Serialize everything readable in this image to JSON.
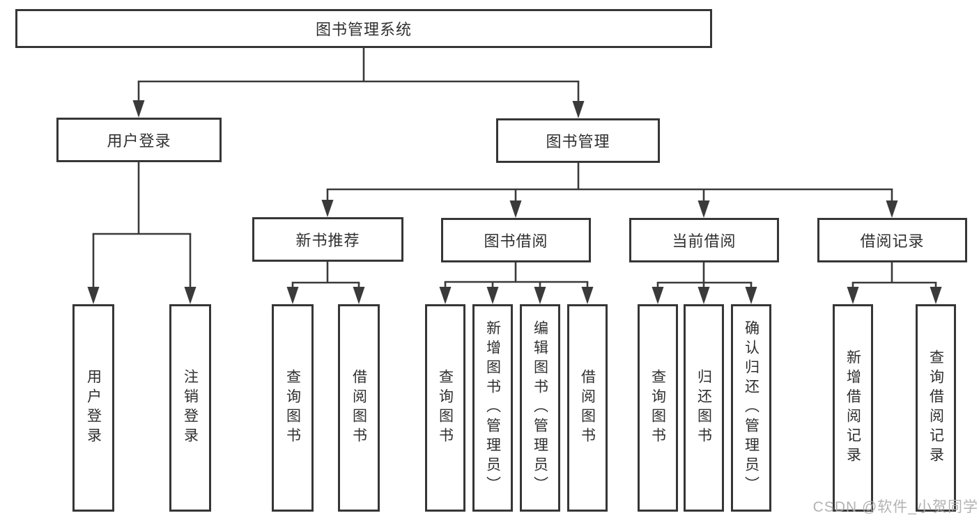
{
  "diagram": {
    "root": {
      "label": "图书管理系统"
    },
    "level2": [
      {
        "label": "用户登录"
      },
      {
        "label": "图书管理"
      }
    ],
    "level3": [
      {
        "label": "新书推荐"
      },
      {
        "label": "图书借阅"
      },
      {
        "label": "当前借阅"
      },
      {
        "label": "借阅记录"
      }
    ],
    "leaves": {
      "user_login": [
        "用户登录",
        "注销登录"
      ],
      "new_book_recommend": [
        "查询图书",
        "借阅图书"
      ],
      "book_borrow": [
        "查询图书",
        "新增图书（管理员）",
        "编辑图书（管理员）",
        "借阅图书"
      ],
      "current_borrow": [
        "查询图书",
        "归还图书",
        "确认归还（管理员）"
      ],
      "borrow_record": [
        "新增借阅记录",
        "查询借阅记录"
      ]
    }
  },
  "watermark": {
    "text": "CSDN @软件_小贺同学"
  },
  "colors": {
    "line": "#3a3a3a",
    "box_border": "#363636",
    "text": "#2f2f2f",
    "watermark": "#aaaaaa",
    "background": "#ffffff"
  }
}
